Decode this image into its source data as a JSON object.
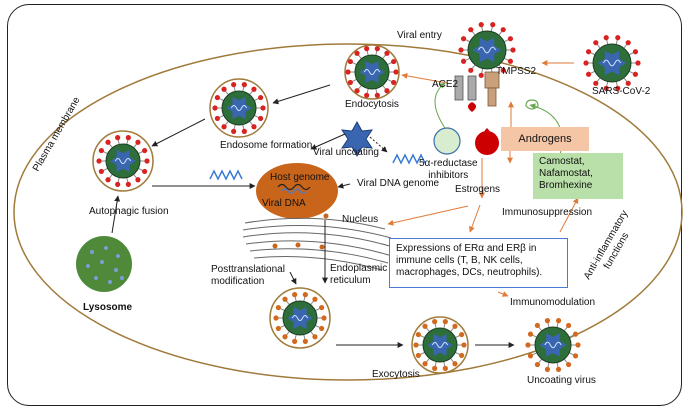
{
  "labels": {
    "viral_entry": "Viral entry",
    "sars_cov_2": "SARS-CoV-2",
    "ace2": "ACE2",
    "tmpss2": "TMPSS2",
    "endocytosis": "Endocytosis",
    "endosome_formation": "Endosome formation",
    "viral_uncoating": "Viral uncoating",
    "viral_dna_genome": "Viral DNA genome",
    "five_alpha_reductase": "5α-reductase\ninhibitors",
    "androgens": "Androgens",
    "drugs": "Camostat,\nNafamostat,\nBromhexine",
    "estrogens": "Estrogens",
    "plasma_membrane": "Plasma membrane",
    "autophagic_fusion": "Autophagic fusion",
    "host_genome": "Host genome",
    "viral_dna": "Viral DNA",
    "nucleus": "Nucleus",
    "lysosome": "Lysosome",
    "posttranslational": "Posttranslational\nmodification",
    "endoplasmic_reticulum": "Endoplasmic\nreticulum",
    "immunosuppression": "Immunosuppression",
    "anti_inflammatory": "Anti-inflammatory\nfunctions",
    "expressions": "Expressions of ERα and ERβ in\nimmune cells (T, B, NK cells,\nmacrophages, DCs, neutrophils).",
    "immunomodulation": "Immunomodulation",
    "exocytosis": "Exocytosis",
    "uncoating_virus": "Uncoating virus"
  },
  "colors": {
    "virus_green": "#2e6e3a",
    "spike_red": "#d92222",
    "spike_orange": "#d2691e",
    "nucleus_orange": "#c9651b",
    "lysosome_green": "#4e8a3a",
    "androgens_box": "#f5c6a5",
    "drugs_box": "#b9e0a8",
    "expression_border": "#4a7bd0",
    "arrow_orange": "#e07b39",
    "cell_border": "#a07a3a"
  }
}
